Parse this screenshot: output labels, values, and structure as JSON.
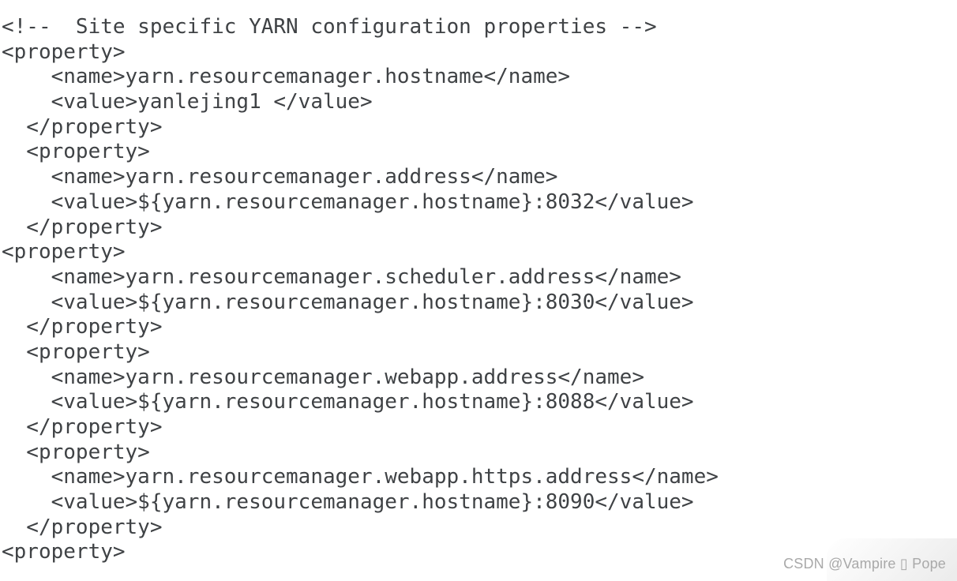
{
  "colors": {
    "background": "#ffffff",
    "code_text": "#3f4245",
    "watermark_text": "#a9a9a9",
    "watermark_glow": "#ececec"
  },
  "code": {
    "language": "xml",
    "description": "Site specific YARN configuration properties (yarn-site.xml excerpt)",
    "lines": [
      "<!--  Site specific YARN configuration properties -->",
      "<property>",
      "    <name>yarn.resourcemanager.hostname</name>",
      "    <value>yanlejing1 </value>",
      "  </property>",
      "  <property>",
      "    <name>yarn.resourcemanager.address</name>",
      "    <value>${yarn.resourcemanager.hostname}:8032</value>",
      "  </property>",
      "<property>",
      "    <name>yarn.resourcemanager.scheduler.address</name>",
      "    <value>${yarn.resourcemanager.hostname}:8030</value>",
      "  </property>",
      "  <property>",
      "    <name>yarn.resourcemanager.webapp.address</name>",
      "    <value>${yarn.resourcemanager.hostname}:8088</value>",
      "  </property>",
      "  <property>",
      "    <name>yarn.resourcemanager.webapp.https.address</name>",
      "    <value>${yarn.resourcemanager.hostname}:8090</value>",
      "  </property>",
      "<property>"
    ]
  },
  "watermark": {
    "text": "CSDN @Vampire ▯ Pope"
  }
}
